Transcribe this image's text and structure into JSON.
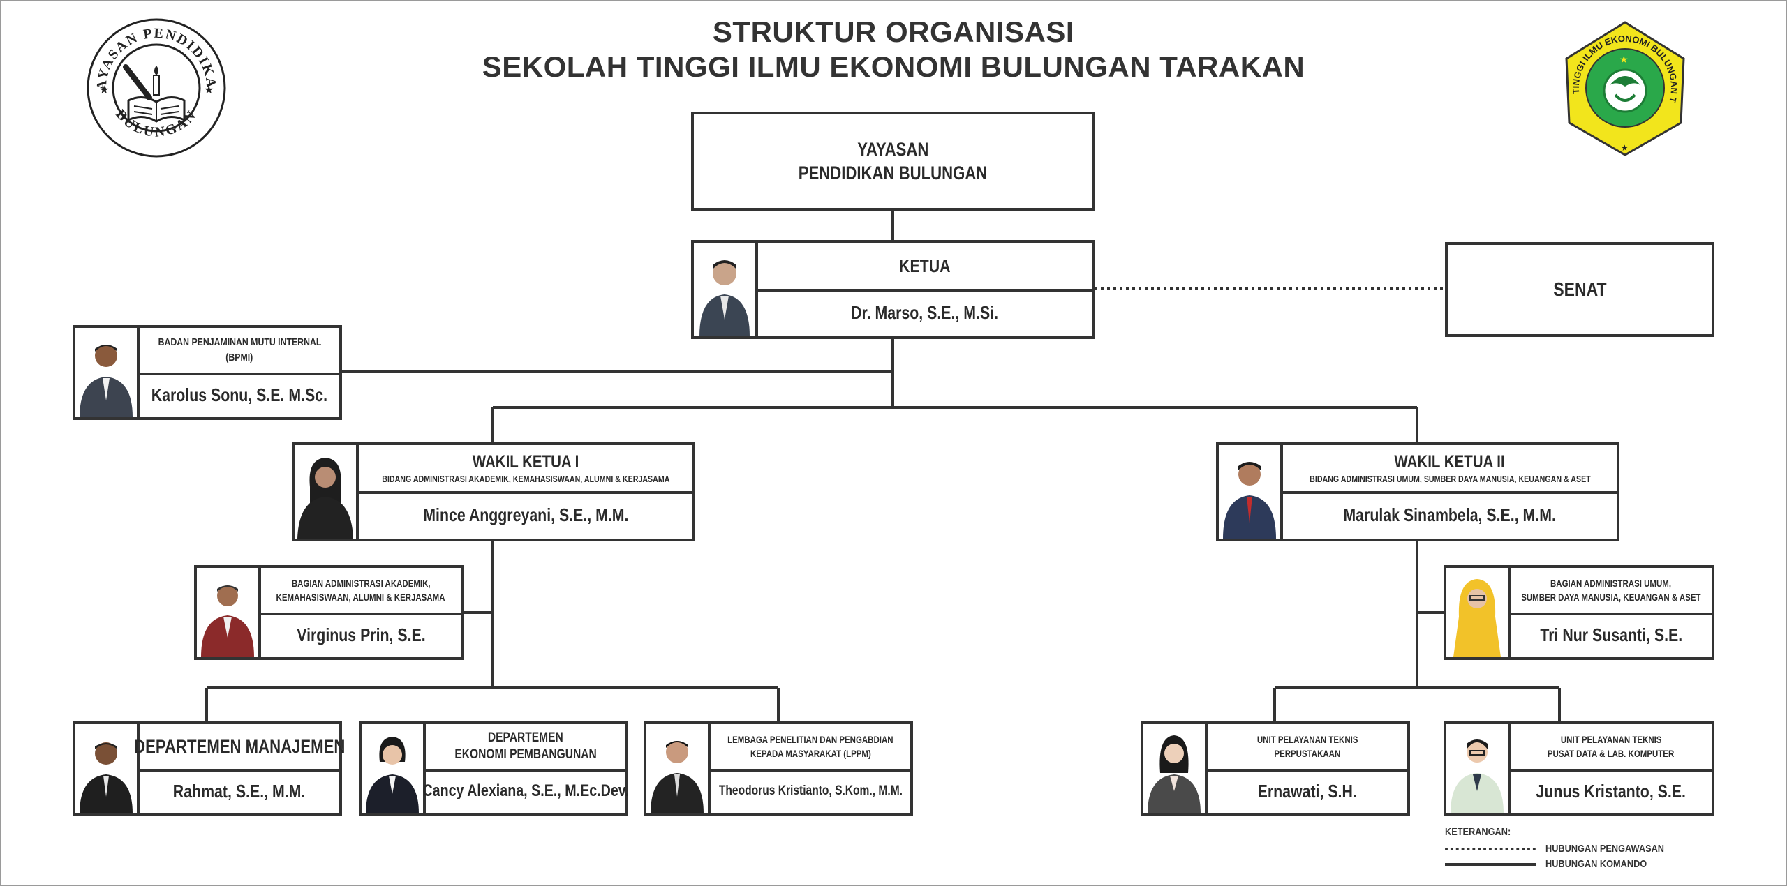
{
  "title": {
    "line1": "STRUKTUR ORGANISASI",
    "line2": "SEKOLAH TINGGI ILMU EKONOMI BULUNGAN TARAKAN"
  },
  "logos": {
    "left_text_top": "YAYASAN PENDIDIKAN",
    "left_text_bottom": "BULUNGAN",
    "right_text": "SEKOLAH TINGGI ILMU EKONOMI BULUNGAN TARAKAN"
  },
  "nodes": {
    "yayasan": {
      "line1": "YAYASAN",
      "line2": "PENDIDIKAN BULUNGAN"
    },
    "ketua": {
      "role": "KETUA",
      "name": "Dr. Marso, S.E., M.Si."
    },
    "senat": {
      "role": "SENAT"
    },
    "bpmi": {
      "role_line1": "BADAN PENJAMINAN MUTU INTERNAL",
      "role_line2": "(BPMI)",
      "name": "Karolus Sonu, S.E. M.Sc."
    },
    "wakil1": {
      "role": "WAKIL KETUA I",
      "sub": "BIDANG ADMINISTRASI AKADEMIK, KEMAHASISWAAN, ALUMNI & KERJASAMA",
      "name": "Mince Anggreyani, S.E., M.M."
    },
    "wakil2": {
      "role": "WAKIL KETUA II",
      "sub": "BIDANG ADMINISTRASI UMUM, SUMBER DAYA MANUSIA, KEUANGAN & ASET",
      "name": "Marulak Sinambela, S.E., M.M."
    },
    "bagian_akademik": {
      "role_line1": "BAGIAN ADMINISTRASI AKADEMIK,",
      "role_line2": "KEMAHASISWAAN, ALUMNI & KERJASAMA",
      "name": "Virginus Prin, S.E."
    },
    "bagian_umum": {
      "role_line1": "BAGIAN ADMINISTRASI UMUM,",
      "role_line2": "SUMBER DAYA MANUSIA, KEUANGAN & ASET",
      "name": "Tri Nur Susanti, S.E."
    },
    "dept_manajemen": {
      "role": "DEPARTEMEN MANAJEMEN",
      "name": "Rahmat, S.E., M.M."
    },
    "dept_ekonomi": {
      "role_line1": "DEPARTEMEN",
      "role_line2": "EKONOMI PEMBANGUNAN",
      "name": "Cancy Alexiana, S.E., M.Ec.Dev."
    },
    "lppm": {
      "role_line1": "LEMBAGA PENELITIAN DAN PENGABDIAN",
      "role_line2": "KEPADA MASYARAKAT (LPPM)",
      "name": "Theodorus Kristianto, S.Kom., M.M."
    },
    "upt_perpus": {
      "role_line1": "UNIT PELAYANAN TEKNIS",
      "role_line2": "PERPUSTAKAAN",
      "name": "Ernawati, S.H."
    },
    "upt_pusdat": {
      "role_line1": "UNIT PELAYANAN TEKNIS",
      "role_line2": "PUSAT DATA & LAB. KOMPUTER",
      "name": "Junus Kristanto, S.E."
    }
  },
  "legend": {
    "title": "KETERANGAN:",
    "dotted": "HUBUNGAN PENGAWASAN",
    "solid": "HUBUNGAN KOMANDO"
  },
  "colors": {
    "line": "#333333",
    "logo_right_yellow": "#f2e51c",
    "logo_right_green": "#2aa84a"
  }
}
